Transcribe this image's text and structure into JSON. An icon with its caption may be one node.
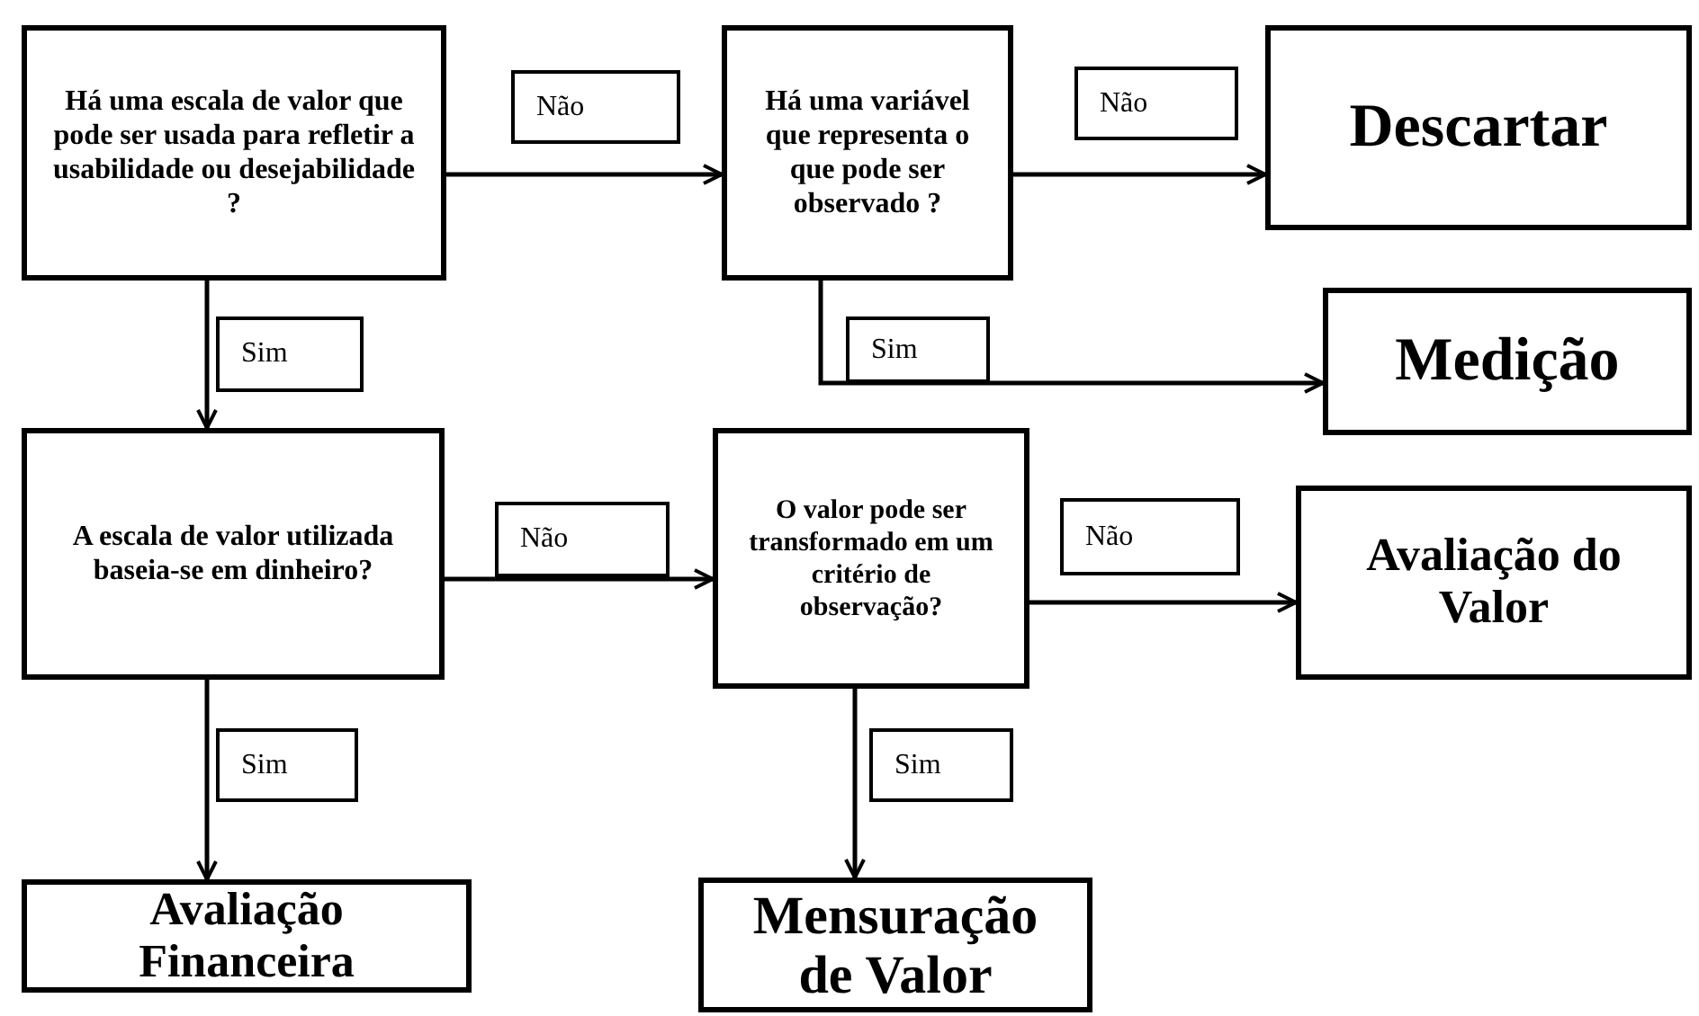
{
  "diagram": {
    "nodes": [
      {
        "text": [
          "Há uma escala de valor que pode ser usada para  refletir a usabilidade ou desejabilidade ?"
        ]
      },
      {
        "text": [
          "Há uma variável que representa o que pode ser observado ?"
        ]
      },
      {
        "text": [
          "Descartar"
        ]
      },
      {
        "text": [
          "Medição"
        ]
      },
      {
        "text": [
          "A escala de valor utilizada baseia-se em dinheiro?"
        ]
      },
      {
        "text": [
          "O valor pode ser transformado em um critério de observação?"
        ]
      },
      {
        "text": [
          "Avaliação do Valor"
        ]
      },
      {
        "text": [
          "Avaliação Financeira"
        ]
      },
      {
        "text": [
          "Mensuração de Valor"
        ]
      }
    ],
    "edges": [
      {
        "from": 0,
        "to": 1,
        "arrow": "to",
        "label": "Não"
      },
      {
        "from": 1,
        "to": 2,
        "arrow": "to",
        "label": "Não"
      },
      {
        "from": 0,
        "to": 4,
        "arrow": "to",
        "label": "Sim"
      },
      {
        "from": 1,
        "to": 3,
        "arrow": "to",
        "label": "Sim"
      },
      {
        "from": 4,
        "to": 5,
        "arrow": "to",
        "label": "Não"
      },
      {
        "from": 5,
        "to": 6,
        "arrow": "to",
        "label": "Não"
      },
      {
        "from": 4,
        "to": 7,
        "arrow": "to",
        "label": "Sim"
      },
      {
        "from": 5,
        "to": 8,
        "arrow": "to",
        "label": "Sim"
      }
    ]
  }
}
